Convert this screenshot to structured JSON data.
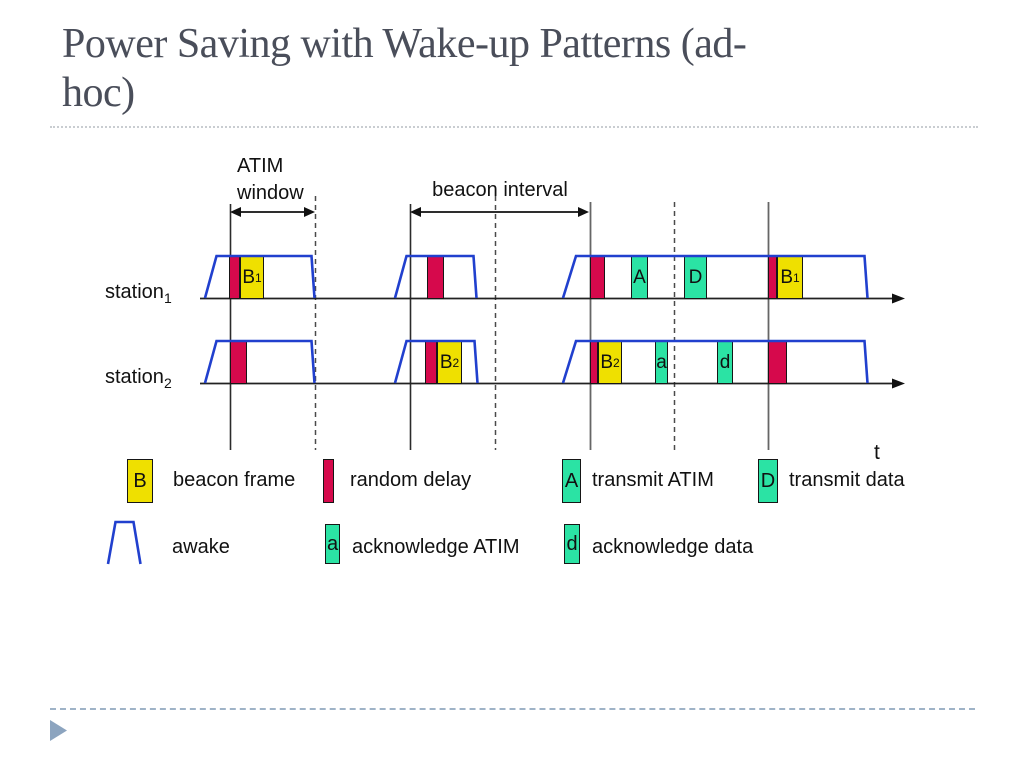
{
  "slide": {
    "title_line1": "Power Saving with Wake-up Patterns (ad-",
    "title_line2": "hoc)"
  },
  "diagram": {
    "atim_window_label_line1": "ATIM",
    "atim_window_label_line2": "window",
    "beacon_interval_label": "beacon interval",
    "time_axis_label": "t",
    "stations": [
      {
        "name_base": "station",
        "name_sub": "1",
        "blocks": [
          {
            "kind": "random-delay"
          },
          {
            "kind": "beacon-frame",
            "label": "B",
            "sub": "1"
          },
          {
            "kind": "random-delay"
          },
          {
            "kind": "random-delay"
          },
          {
            "kind": "transmit-atim",
            "label": "A"
          },
          {
            "kind": "transmit-data",
            "label": "D"
          },
          {
            "kind": "random-delay"
          },
          {
            "kind": "beacon-frame",
            "label": "B",
            "sub": "1"
          }
        ]
      },
      {
        "name_base": "station",
        "name_sub": "2",
        "blocks": [
          {
            "kind": "random-delay"
          },
          {
            "kind": "random-delay"
          },
          {
            "kind": "beacon-frame",
            "label": "B",
            "sub": "2"
          },
          {
            "kind": "random-delay"
          },
          {
            "kind": "beacon-frame",
            "label": "B",
            "sub": "2"
          },
          {
            "kind": "ack-atim",
            "label": "a"
          },
          {
            "kind": "ack-data",
            "label": "d"
          },
          {
            "kind": "random-delay"
          }
        ]
      }
    ]
  },
  "legend": {
    "beacon": {
      "letter": "B",
      "label": "beacon frame"
    },
    "delay": {
      "label": "random delay"
    },
    "atim": {
      "letter": "A",
      "label": "transmit ATIM"
    },
    "data": {
      "letter": "D",
      "label": "transmit data"
    },
    "awake": {
      "label": "awake"
    },
    "ack_atim": {
      "letter": "a",
      "label": "acknowledge ATIM"
    },
    "ack_data": {
      "letter": "d",
      "label": "acknowledge data"
    }
  },
  "colors": {
    "beacon_frame": "#EFE000",
    "random_delay": "#D6094C",
    "atim_and_data": "#2BE3A4",
    "awake_outline": "#2140CE",
    "title_text": "#4A4E5A",
    "nav_triangle": "#8CA4BF"
  }
}
